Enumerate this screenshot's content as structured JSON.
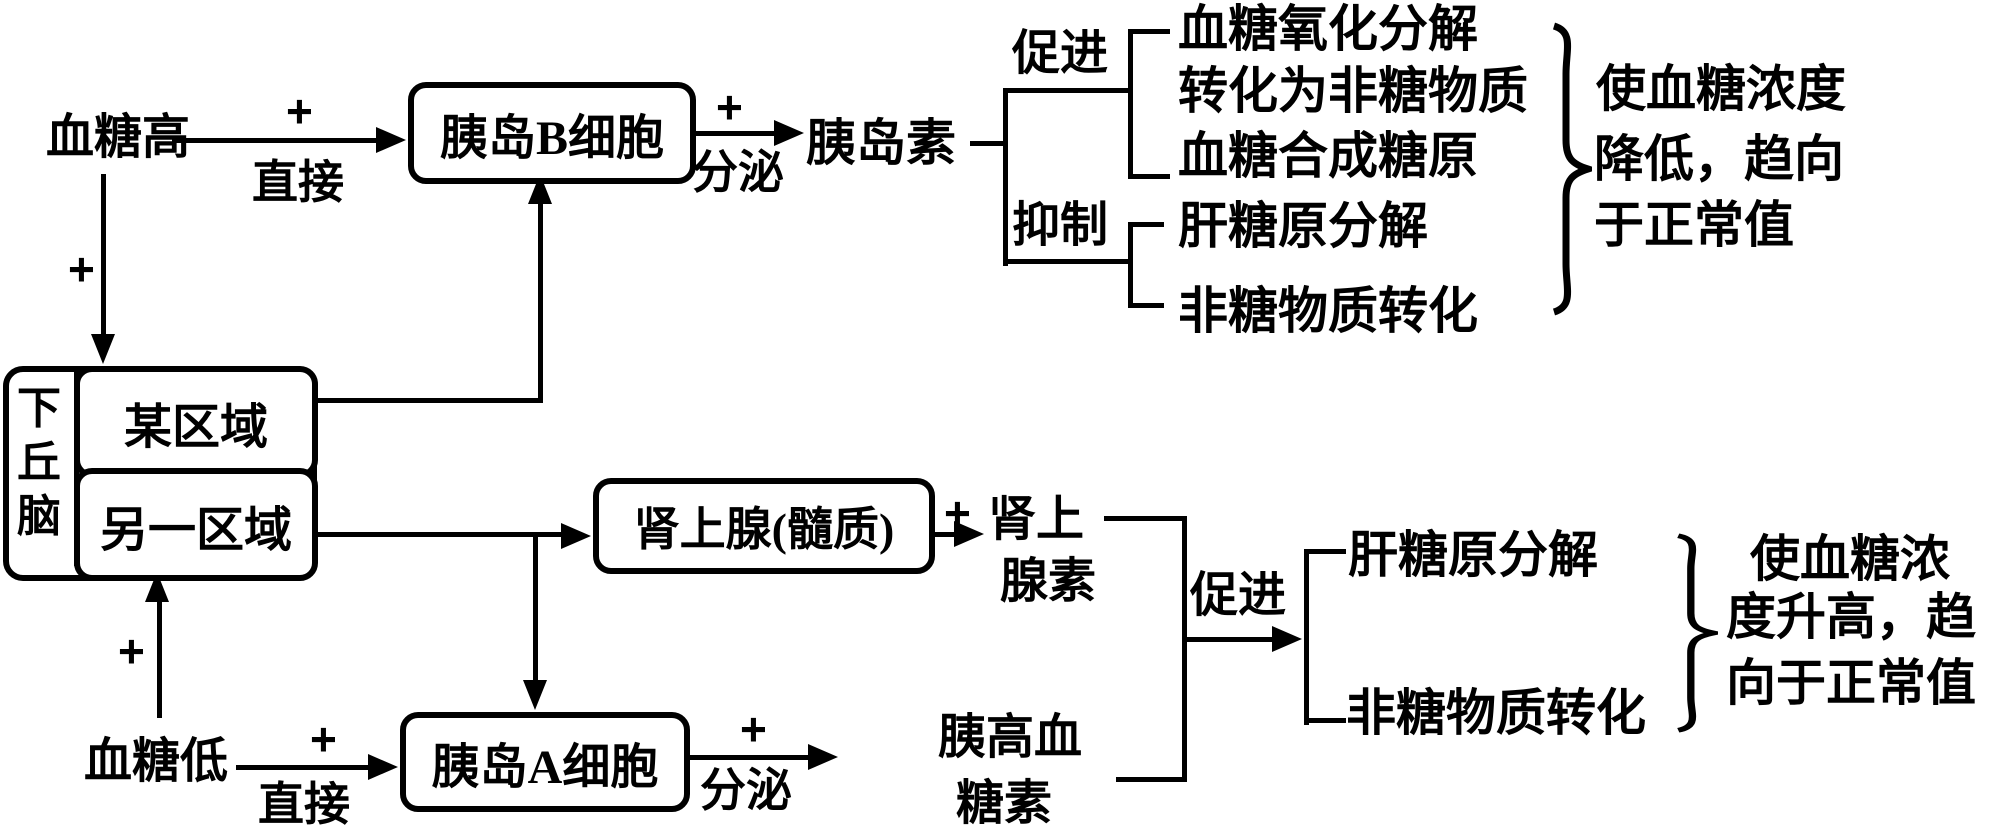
{
  "diagram": {
    "nodes": {
      "high_glucose": "血糖高",
      "islet_b_cells": "胰岛B细胞",
      "insulin": "胰岛素",
      "hypothalamus": "下丘脑",
      "region_some": "某区域",
      "region_other": "另一区域",
      "adrenal_medulla": "肾上腺(髓质)",
      "adrenaline_l1": "肾上",
      "adrenaline_l2": "腺素",
      "low_glucose": "血糖低",
      "islet_a_cells": "胰岛A细胞",
      "glucagon_l1": "胰高血",
      "glucagon_l2": "糖素"
    },
    "labels": {
      "plus": "+",
      "direct": "直接",
      "secrete": "分泌",
      "promote": "促进",
      "inhibit": "抑制"
    },
    "insulin_branch": {
      "promote_label": "促进",
      "inhibit_label": "抑制",
      "promoted": [
        "血糖氧化分解",
        "转化为非糖物质",
        "血糖合成糖原"
      ],
      "inhibited": [
        "肝糖原分解",
        "非糖物质转化"
      ],
      "result_lines": [
        "使血糖浓度",
        "降低，趋向",
        "于正常值"
      ]
    },
    "glucagon_branch": {
      "promote_label": "促进",
      "promoted": [
        "肝糖原分解",
        "非糖物质转化"
      ],
      "result_lines": [
        "使血糖浓",
        "度升高，趋",
        "向于正常值"
      ]
    }
  }
}
